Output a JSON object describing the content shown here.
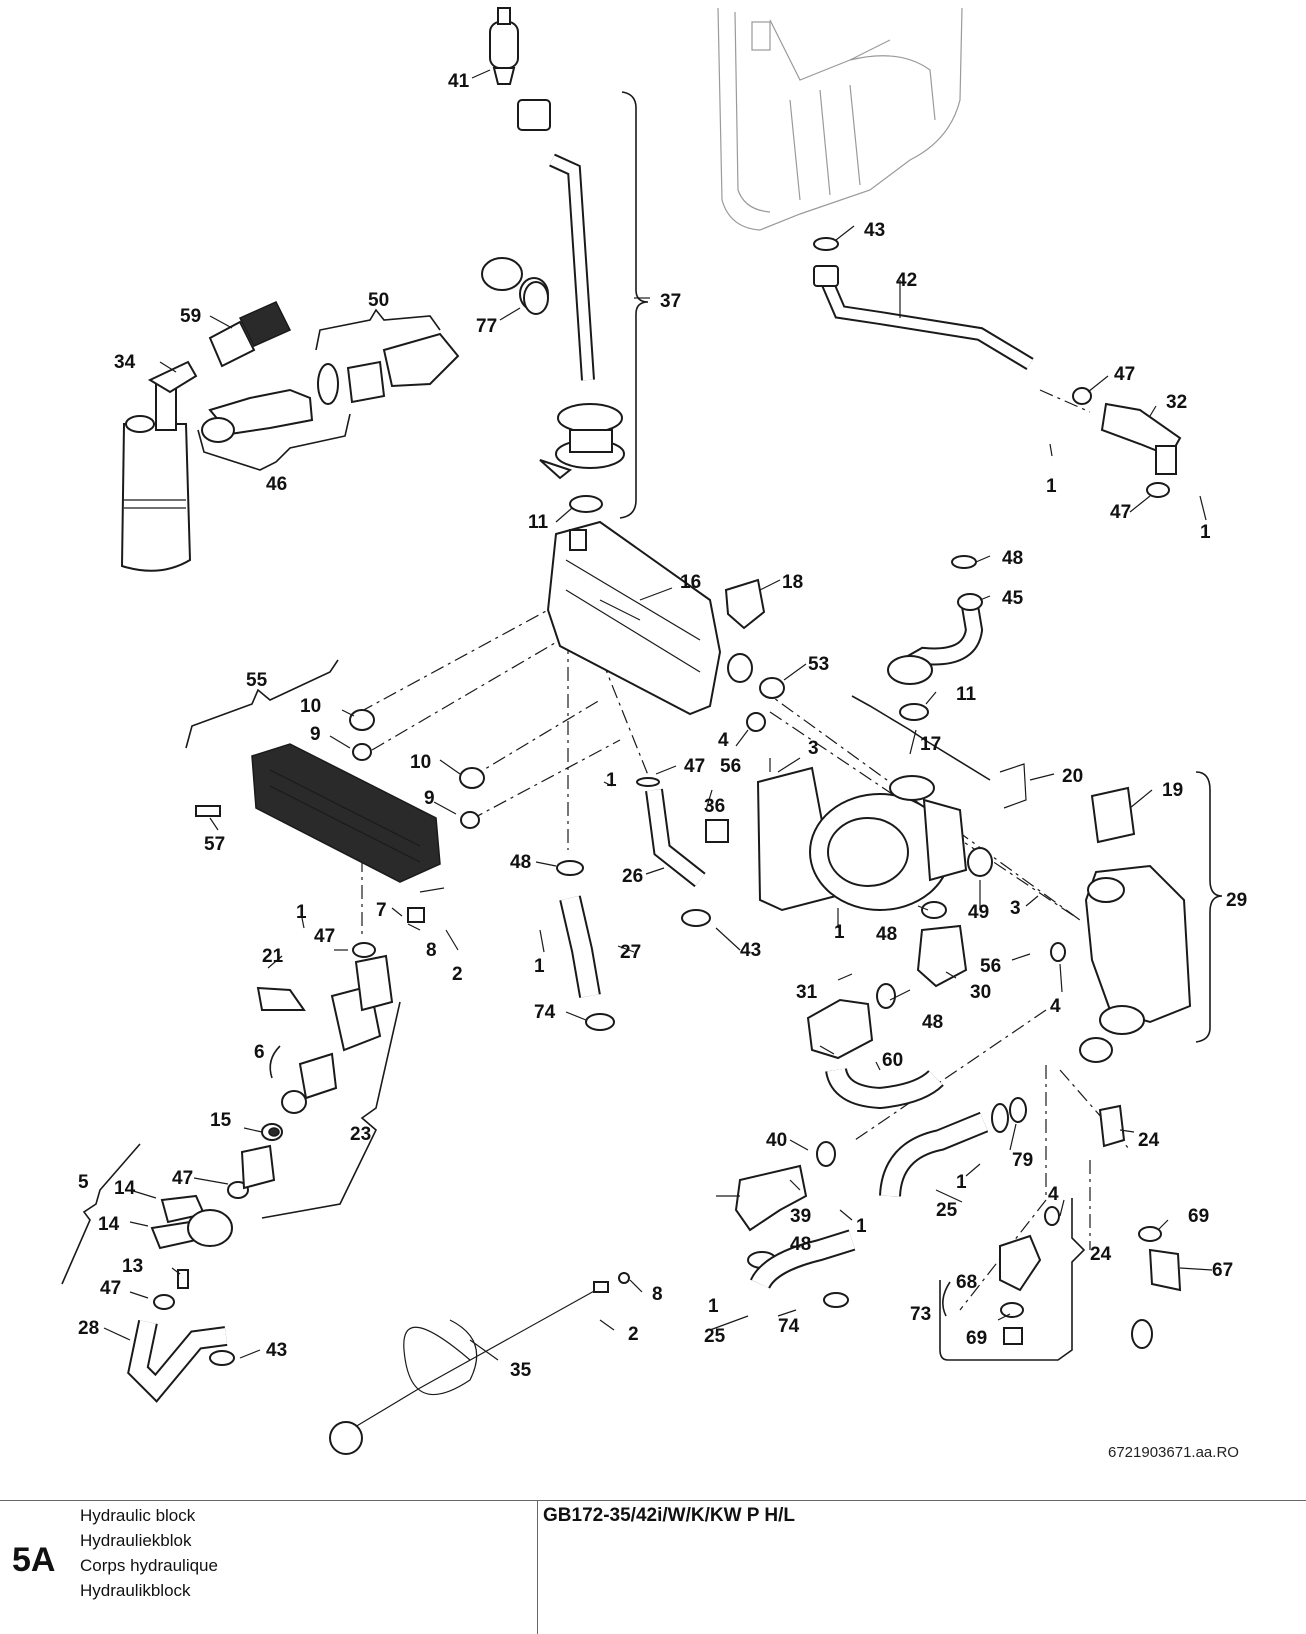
{
  "drawing": {
    "document_number": "6721903671.aa.RO",
    "labels": [
      "1",
      "2",
      "3",
      "4",
      "5",
      "6",
      "7",
      "8",
      "9",
      "10",
      "11",
      "13",
      "14",
      "15",
      "16",
      "17",
      "18",
      "19",
      "20",
      "21",
      "23",
      "24",
      "25",
      "26",
      "27",
      "28",
      "29",
      "30",
      "31",
      "32",
      "34",
      "35",
      "36",
      "37",
      "39",
      "40",
      "41",
      "42",
      "43",
      "45",
      "46",
      "47",
      "48",
      "49",
      "50",
      "53",
      "55",
      "56",
      "57",
      "59",
      "60",
      "67",
      "68",
      "69",
      "73",
      "74",
      "77",
      "79"
    ]
  },
  "footer": {
    "section_code": "5A",
    "titles": [
      "Hydraulic block",
      "Hydrauliekblok",
      "Corps hydraulique",
      "Hydraulikblock"
    ],
    "model": "GB172-35/42i/W/K/KW P H/L"
  }
}
